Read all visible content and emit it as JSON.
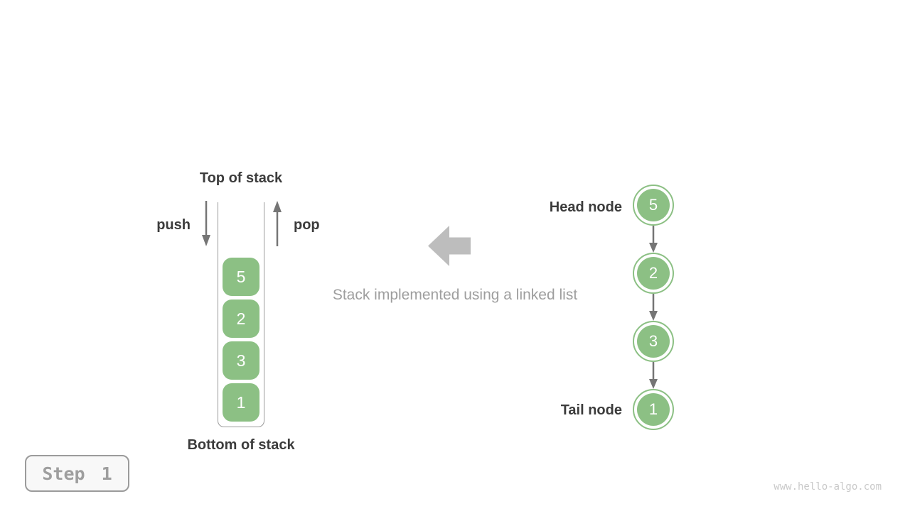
{
  "theme": {
    "green": "#8CC084",
    "arrow-gray": "#757575",
    "block-arrow-gray": "#BDBDBD",
    "caption-gray": "#9E9E9E",
    "label-dark": "#3C3C3C",
    "container-border": "#9A9A9A",
    "badge-border": "#9B9B9B",
    "badge-bg": "#F8F8F8",
    "badge-text": "#9E9E9E",
    "watermark-gray": "#C9C9C9"
  },
  "stack": {
    "top_label": "Top of stack",
    "bottom_label": "Bottom of stack",
    "push_label": "push",
    "pop_label": "pop",
    "items": [
      "5",
      "2",
      "3",
      "1"
    ]
  },
  "caption": "Stack implemented using a linked list",
  "linked_list": {
    "head_label": "Head node",
    "tail_label": "Tail node",
    "nodes": [
      "5",
      "2",
      "3",
      "1"
    ]
  },
  "step_badge": "Step 1",
  "watermark": "www.hello-algo.com"
}
